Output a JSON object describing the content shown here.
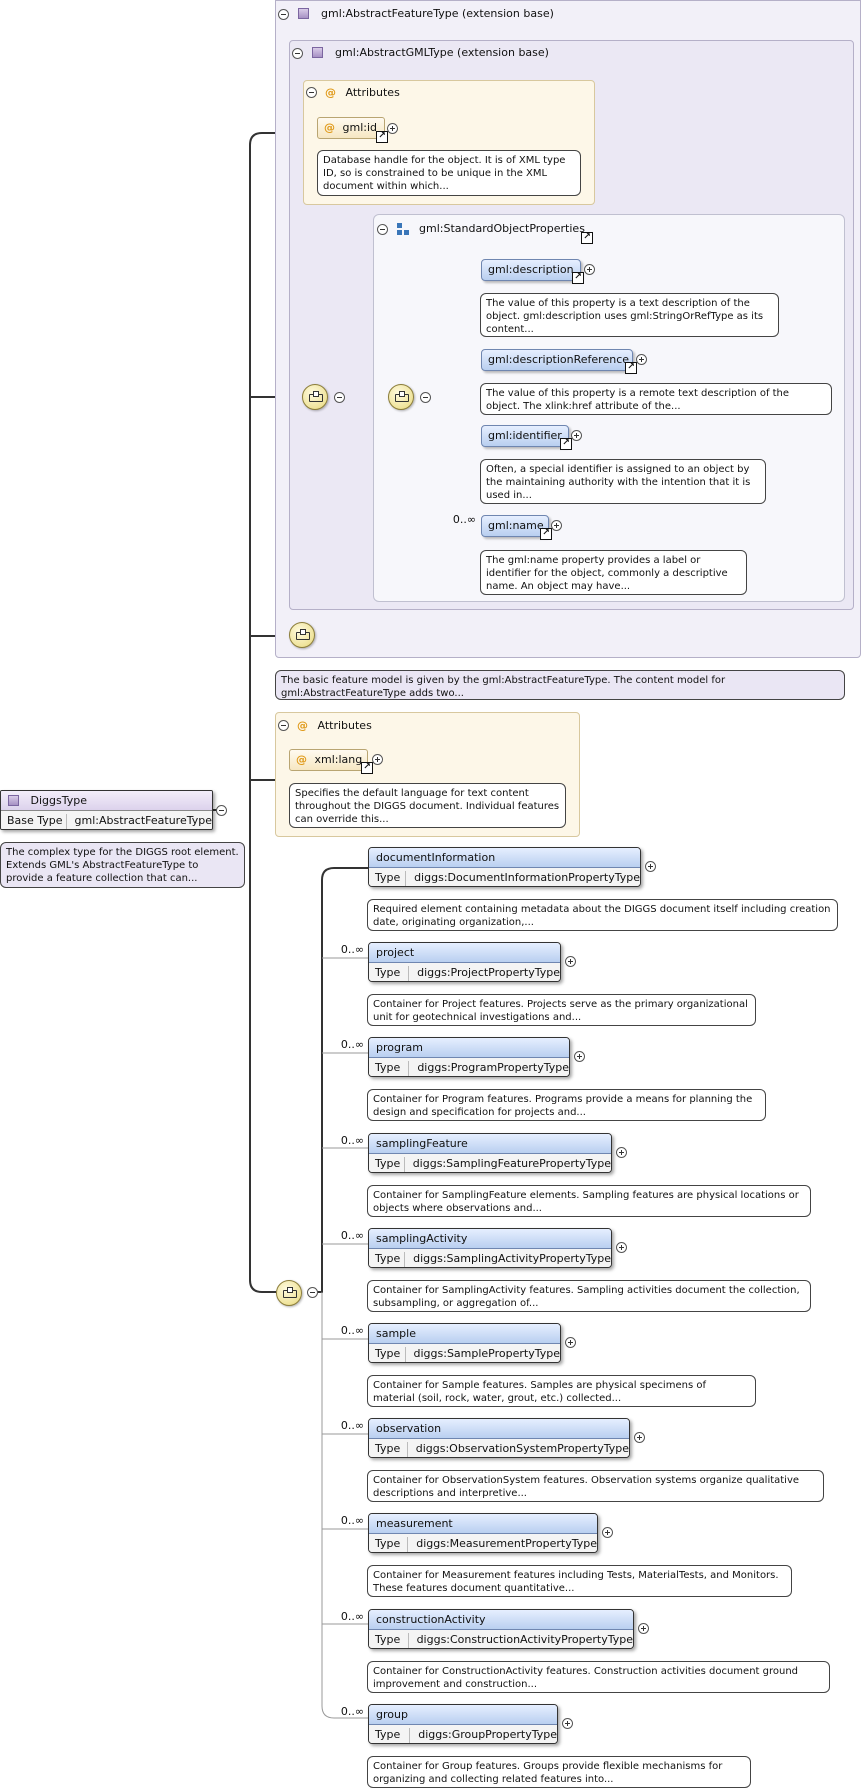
{
  "abstract_feature_panel": {
    "title": "gml:AbstractFeatureType (extension base)"
  },
  "abstract_gml_panel": {
    "title": "gml:AbstractGMLType (extension base)"
  },
  "gml_attributes": {
    "title": "Attributes",
    "attr_name": "gml:id",
    "attr_doc": "Database handle for the object. It is of XML type ID, so is constrained to be unique in the XML document within which..."
  },
  "standard_object_properties": {
    "title": "gml:StandardObjectProperties",
    "items": [
      {
        "name": "gml:description",
        "doc": "The value of this property is a text description of the object. gml:description uses gml:StringOrRefType as its content..."
      },
      {
        "name": "gml:descriptionReference",
        "doc": "The value of this property is a remote text description of the object. The xlink:href attribute of the..."
      },
      {
        "name": "gml:identifier",
        "doc": "Often, a special identifier is assigned to an object by the maintaining authority with the intention that it is used in..."
      },
      {
        "name": "gml:name",
        "cardinality": "0..∞",
        "doc": "The gml:name property provides a label or identifier for the object, commonly a descriptive name. An object may have..."
      }
    ]
  },
  "feature_doc": "The basic feature model is given by the gml:AbstractFeatureType. The content model for gml:AbstractFeatureType adds two...",
  "diggs_attributes": {
    "title": "Attributes",
    "attr_name": "xml:lang",
    "attr_doc": "Specifies the default language for text content throughout the DIGGS document. Individual features can override this..."
  },
  "diggs_type": {
    "name": "DiggsType",
    "base_label": "Base Type",
    "base_value": "gml:AbstractFeatureType",
    "doc": "The complex type for the DIGGS root element. Extends GML's AbstractFeatureType to provide a feature collection that can..."
  },
  "type_label": "Type",
  "elements": [
    {
      "name": "documentInformation",
      "cardinality": "",
      "type": "diggs:DocumentInformationPropertyType",
      "doc": "Required element containing metadata about the DIGGS document itself including creation date, originating organization,..."
    },
    {
      "name": "project",
      "cardinality": "0..∞",
      "type": "diggs:ProjectPropertyType",
      "doc": "Container for Project features. Projects serve as the primary organizational unit for geotechnical investigations and..."
    },
    {
      "name": "program",
      "cardinality": "0..∞",
      "type": "diggs:ProgramPropertyType",
      "doc": "Container for Program features. Programs provide a means for planning the design and specification for projects and..."
    },
    {
      "name": "samplingFeature",
      "cardinality": "0..∞",
      "type": "diggs:SamplingFeaturePropertyType",
      "doc": "Container for SamplingFeature elements. Sampling features are physical locations or objects where observations and..."
    },
    {
      "name": "samplingActivity",
      "cardinality": "0..∞",
      "type": "diggs:SamplingActivityPropertyType",
      "doc": "Container for SamplingActivity features. Sampling activities document the collection, subsampling, or aggregation of..."
    },
    {
      "name": "sample",
      "cardinality": "0..∞",
      "type": "diggs:SamplePropertyType",
      "doc": "Container for Sample features. Samples are physical specimens of material (soil, rock, water, grout, etc.) collected..."
    },
    {
      "name": "observation",
      "cardinality": "0..∞",
      "type": "diggs:ObservationSystemPropertyType",
      "doc": "Container for ObservationSystem features. Observation systems organize qualitative descriptions and interpretive..."
    },
    {
      "name": "measurement",
      "cardinality": "0..∞",
      "type": "diggs:MeasurementPropertyType",
      "doc": "Container for Measurement features including Tests, MaterialTests, and Monitors. These features document quantitative..."
    },
    {
      "name": "constructionActivity",
      "cardinality": "0..∞",
      "type": "diggs:ConstructionActivityPropertyType",
      "doc": "Container for ConstructionActivity features. Construction activities document ground improvement and construction..."
    },
    {
      "name": "group",
      "cardinality": "0..∞",
      "type": "diggs:GroupPropertyType",
      "doc": "Container for Group features. Groups provide flexible mechanisms for organizing and collecting related features into..."
    }
  ],
  "colors": {
    "panel_lavender": "#f2f0f8",
    "attr_panel": "#fdf7e8",
    "element_header": "#c9daf5",
    "compositor": "#efe39a"
  }
}
